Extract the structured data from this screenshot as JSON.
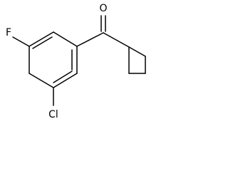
{
  "molecule": {
    "atom_labels": {
      "oxygen": "O",
      "fluorine": "F",
      "chlorine": "Cl"
    }
  }
}
